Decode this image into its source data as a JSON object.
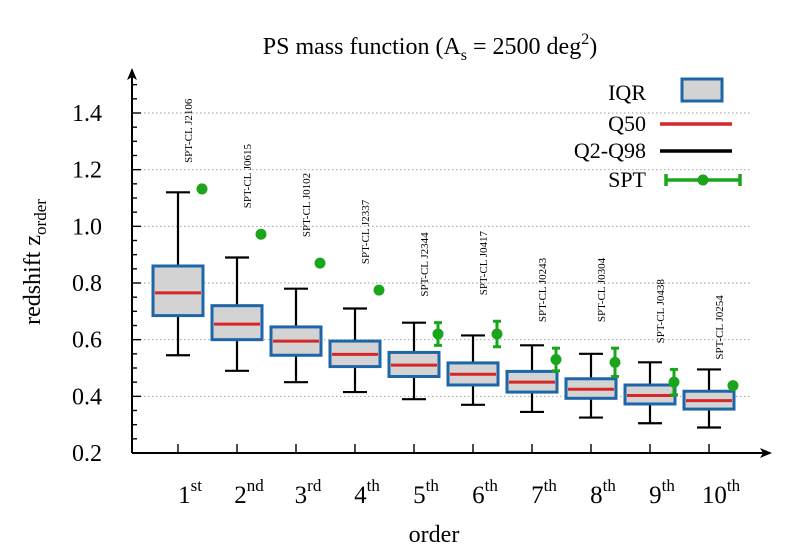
{
  "chart_data": {
    "type": "box",
    "title": "PS mass function (A",
    "title_sub": "s",
    "title_mid": " = 2500 deg",
    "title_sup": "2",
    "title_end": ")",
    "xlabel": "order",
    "ylabel": "redshift z",
    "ylabel_sub": "order",
    "ylim": [
      0.2,
      1.55
    ],
    "yticks": [
      "0.2",
      "0.4",
      "0.6",
      "0.8",
      "1.0",
      "1.2",
      "1.4"
    ],
    "ytick_values": [
      0.2,
      0.4,
      0.6,
      0.8,
      1.0,
      1.2,
      1.4
    ],
    "grid": "dotted horizontal",
    "legend_position": "top-right",
    "legend": [
      "IQR",
      "Q50",
      "Q2-Q98",
      "SPT"
    ],
    "colors": {
      "iqr_fill": "#d3d3d3",
      "iqr_edge": "#1f66a8",
      "median": "#d62728",
      "whisker": "#000000",
      "spt": "#1aa51a"
    },
    "categories": [
      {
        "num": "1",
        "sup": "st"
      },
      {
        "num": "2",
        "sup": "nd"
      },
      {
        "num": "3",
        "sup": "rd"
      },
      {
        "num": "4",
        "sup": "th"
      },
      {
        "num": "5",
        "sup": "th"
      },
      {
        "num": "6",
        "sup": "th"
      },
      {
        "num": "7",
        "sup": "th"
      },
      {
        "num": "8",
        "sup": "th"
      },
      {
        "num": "9",
        "sup": "th"
      },
      {
        "num": "10",
        "sup": "th"
      }
    ],
    "boxes": [
      {
        "q2": 0.545,
        "q25": 0.685,
        "q50": 0.765,
        "q75": 0.86,
        "q98": 1.12
      },
      {
        "q2": 0.49,
        "q25": 0.6,
        "q50": 0.655,
        "q75": 0.72,
        "q98": 0.89
      },
      {
        "q2": 0.45,
        "q25": 0.545,
        "q50": 0.595,
        "q75": 0.645,
        "q98": 0.78
      },
      {
        "q2": 0.415,
        "q25": 0.505,
        "q50": 0.548,
        "q75": 0.595,
        "q98": 0.71
      },
      {
        "q2": 0.39,
        "q25": 0.47,
        "q50": 0.51,
        "q75": 0.555,
        "q98": 0.66
      },
      {
        "q2": 0.37,
        "q25": 0.44,
        "q50": 0.478,
        "q75": 0.518,
        "q98": 0.615
      },
      {
        "q2": 0.345,
        "q25": 0.415,
        "q50": 0.45,
        "q75": 0.488,
        "q98": 0.58
      },
      {
        "q2": 0.325,
        "q25": 0.393,
        "q50": 0.425,
        "q75": 0.462,
        "q98": 0.55
      },
      {
        "q2": 0.305,
        "q25": 0.373,
        "q50": 0.403,
        "q75": 0.44,
        "q98": 0.52
      },
      {
        "q2": 0.29,
        "q25": 0.355,
        "q50": 0.385,
        "q75": 0.418,
        "q98": 0.495
      }
    ],
    "spt": [
      {
        "label": "SPT-CL J2106",
        "z": 1.132,
        "err": 0
      },
      {
        "label": "SPT-CL J0615",
        "z": 0.972,
        "err": 0
      },
      {
        "label": "SPT-CL J0102",
        "z": 0.87,
        "err": 0
      },
      {
        "label": "SPT-CL J2337",
        "z": 0.775,
        "err": 0
      },
      {
        "label": "SPT-CL J2344",
        "z": 0.62,
        "err": 0.04
      },
      {
        "label": "SPT-CL J0417",
        "z": 0.62,
        "err": 0.045
      },
      {
        "label": "SPT-CL J0243",
        "z": 0.53,
        "err": 0.04
      },
      {
        "label": "SPT-CL J0304",
        "z": 0.52,
        "err": 0.05
      },
      {
        "label": "SPT-CL J0438",
        "z": 0.45,
        "err": 0.045
      },
      {
        "label": "SPT-CL J0254",
        "z": 0.438,
        "err": 0
      }
    ]
  }
}
